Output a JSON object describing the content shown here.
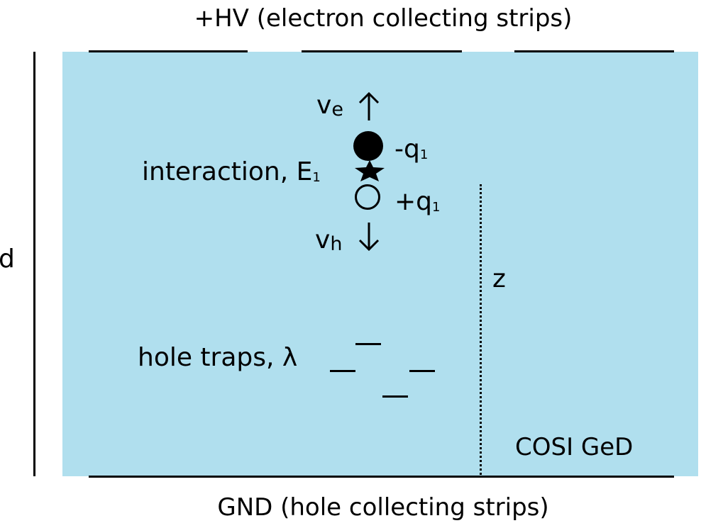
{
  "top_electrode": {
    "label": "+HV (electron collecting strips)"
  },
  "bottom_electrode": {
    "label": "GND (hole collecting strips)"
  },
  "thickness_label": "d",
  "depth_label": "z",
  "detector_label": "COSI GeD",
  "interaction": {
    "label": "interaction, E",
    "subscript": "1"
  },
  "electron": {
    "velocity": "v",
    "velocity_sub": "e",
    "charge": "-q",
    "charge_sub": "1"
  },
  "hole": {
    "velocity": "v",
    "velocity_sub": "h",
    "charge": "+q",
    "charge_sub": "1"
  },
  "traps": {
    "label": "hole traps, λ"
  },
  "colors": {
    "detector_fill": "#b0dfee",
    "lines": "#000000"
  }
}
